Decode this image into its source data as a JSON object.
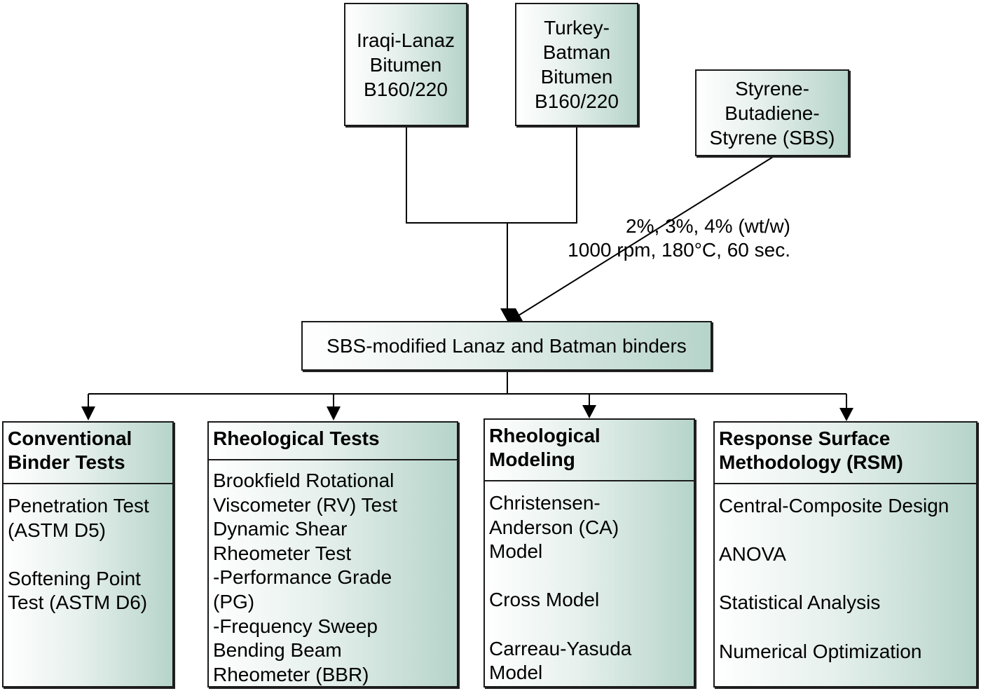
{
  "sources": [
    {
      "id": "lanaz",
      "lines": [
        "Iraqi-Lanaz",
        "Bitumen",
        "B160/220"
      ]
    },
    {
      "id": "batman",
      "lines": [
        "Turkey-",
        "Batman",
        "Bitumen",
        "B160/220"
      ]
    },
    {
      "id": "sbs",
      "lines": [
        "Styrene-",
        "Butadiene-",
        "Styrene (SBS)"
      ]
    }
  ],
  "mixing": {
    "dosage": "2%, 3%, 4% (wt/w)",
    "conditions": "1000 rpm, 180°C, 60 sec."
  },
  "center": {
    "label": "SBS-modified Lanaz and Batman binders"
  },
  "outputs": [
    {
      "id": "conventional",
      "title_lines": [
        "Conventional",
        "Binder Tests"
      ],
      "items": [
        "Penetration Test",
        "(ASTM D5)",
        "",
        "Softening Point",
        "Test (ASTM D6)"
      ]
    },
    {
      "id": "rheological-tests",
      "title_lines": [
        "Rheological Tests"
      ],
      "items": [
        "Brookfield Rotational",
        "Viscometer (RV) Test",
        "Dynamic Shear",
        "Rheometer Test",
        "-Performance Grade",
        "(PG)",
        "-Frequency Sweep",
        "Bending Beam",
        "Rheometer (BBR)"
      ]
    },
    {
      "id": "rheological-modeling",
      "title_lines": [
        "Rheological",
        "Modeling"
      ],
      "items": [
        "Christensen-",
        "Anderson (CA)",
        "Model",
        "",
        "Cross Model",
        "",
        "Carreau-Yasuda",
        "Model"
      ]
    },
    {
      "id": "rsm",
      "title_lines": [
        "Response Surface",
        "Methodology (RSM)"
      ],
      "items": [
        "Central-Composite Design",
        "",
        "ANOVA",
        "",
        "Statistical Analysis",
        "",
        "Numerical Optimization"
      ]
    }
  ]
}
